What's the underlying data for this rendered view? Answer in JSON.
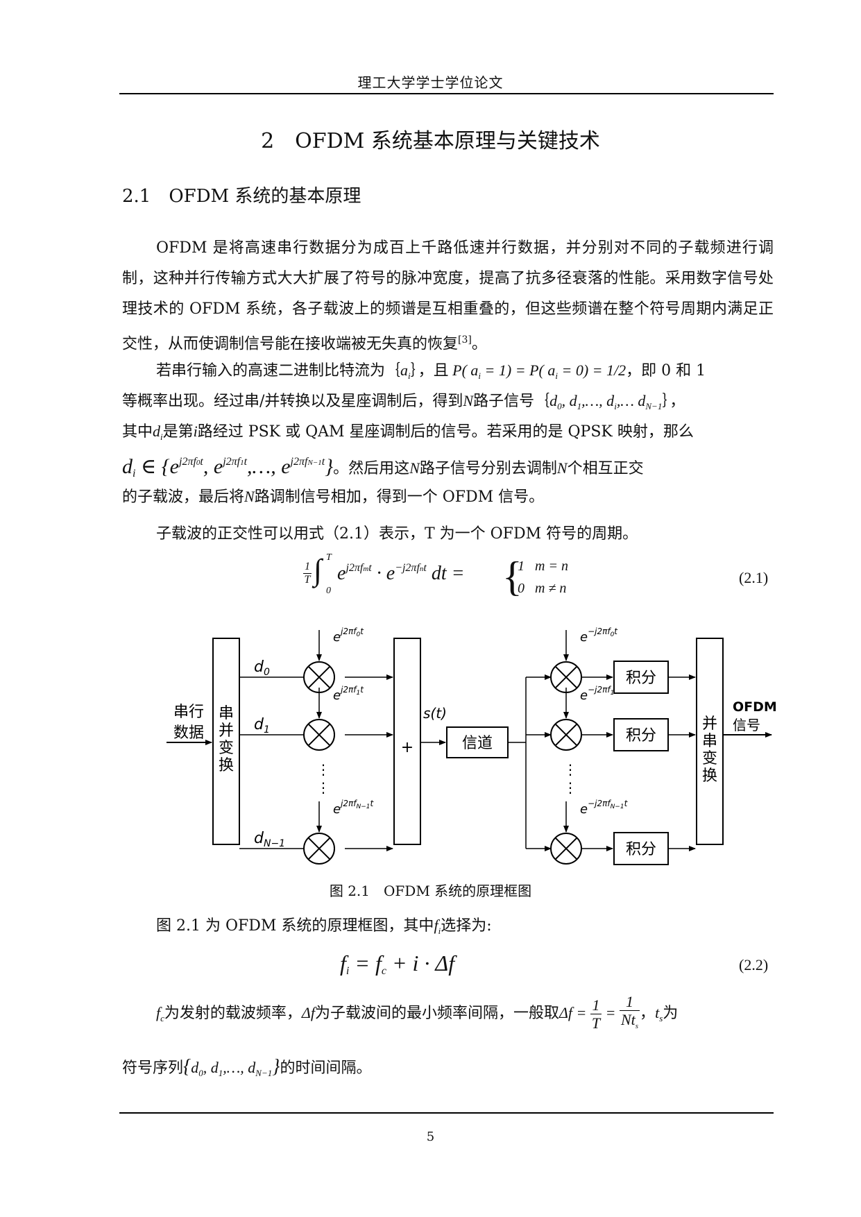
{
  "header": "理工大学学士学位论文",
  "chapter_title": "2　OFDM 系统基本原理与关键技术",
  "section_title": "2.1　OFDM 系统的基本原理",
  "para1": "OFDM 是将高速串行数据分为成百上千路低速并行数据，并分别对不同的子载频进行调制，这种并行传输方式大大扩展了符号的脉冲宽度，提高了抗多径衰落的性能。采用数字信号处理技术的 OFDM 系统，各子载波上的频谱是互相重叠的，但这些频谱在整个符号周期内满足正交性，从而使调制信号能在接收端被无失真的恢复",
  "para1_ref": "[3]",
  "para1_end": "。",
  "para2": {
    "l1_a": "若串行输入的高速二进制比特流为｛",
    "l1_b": "｝，且",
    "l1_c": "，即 0 和 1",
    "l2_a": "等概率出现。经过串/并转换以及星座调制后，得到",
    "l2_b": "路子信号｛",
    "l2_c": "｝，",
    "l3_a": "其中",
    "l3_b": "是第",
    "l3_c": "路经过 PSK 或 QAM 星座调制后的信号。若采用的是 QPSK 映射，那么",
    "l4_b": "。然后用这",
    "l4_c": "路子信号分别去调制",
    "l4_d": "个相互正交",
    "l5_a": "的子载波，最后将",
    "l5_b": "路调制信号相加，得到一个 OFDM 信号。"
  },
  "para3": "子载波的正交性可以用式（2.1）表示，T 为一个 OFDM 符号的周期。",
  "eq1_number": "(2.1)",
  "figure": {
    "caption": "图 2.1　OFDM 系统的原理框图",
    "input_label_1": "串行",
    "input_label_2": "数据",
    "sp_block": [
      "串",
      "并",
      "变",
      "换"
    ],
    "ps_block": [
      "并",
      "串",
      "变",
      "换"
    ],
    "d0": "d",
    "d0_sub": "0",
    "d1": "d",
    "d1_sub": "1",
    "dn": "d",
    "dn_sub": "N−1",
    "sum": "+",
    "s_t": "s(t)",
    "channel": "信道",
    "integrator": "积分",
    "output_label_1": "OFDM",
    "output_label_2": "信号"
  },
  "para4_a": "图 2.1 为 OFDM 系统的原理框图，其中",
  "para4_b": "选择为:",
  "eq2_number": "(2.2)",
  "para5": {
    "a": "为发射的载波频率，",
    "b": "为子载波间的最小频率间隔，一般取",
    "c": "，",
    "d": "为"
  },
  "para6_a": "符号序列",
  "para6_b": "的时间间隔。",
  "page_number": "5"
}
